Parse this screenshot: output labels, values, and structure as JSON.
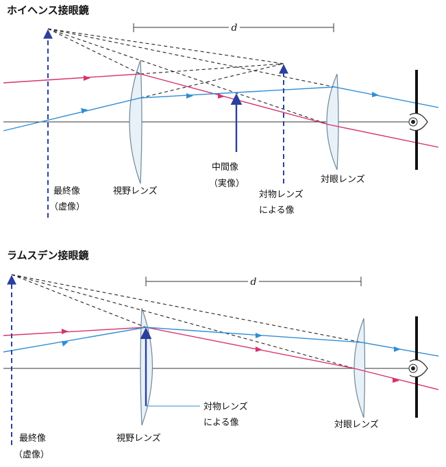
{
  "colors": {
    "ray_red": "#d6336f",
    "ray_blue": "#2f8ed6",
    "image_arrow": "#2b3f9e",
    "lens_fill": "#e8f1f8",
    "lens_stroke": "#6f8797",
    "axis": "#333333",
    "dashed": "#222222"
  },
  "huygens": {
    "title": "ホイヘンス接眼鏡",
    "distance_label": "d",
    "final_image": {
      "line1": "最終像",
      "line2": "（虚像）"
    },
    "field_lens": "視野レンズ",
    "intermediate_image": {
      "line1": "中間像",
      "line2": "（実像）"
    },
    "objective_image": {
      "line1": "対物レンズ",
      "line2": "による像"
    },
    "eye_lens": "対眼レンズ"
  },
  "ramsden": {
    "title": "ラムスデン接眼鏡",
    "distance_label": "d",
    "objective_image": {
      "line1": "対物レンズ",
      "line2": "による像"
    },
    "final_image": {
      "line1": "最終像",
      "line2": "（虚像）"
    },
    "field_lens": "視野レンズ",
    "eye_lens": "対眼レンズ"
  }
}
